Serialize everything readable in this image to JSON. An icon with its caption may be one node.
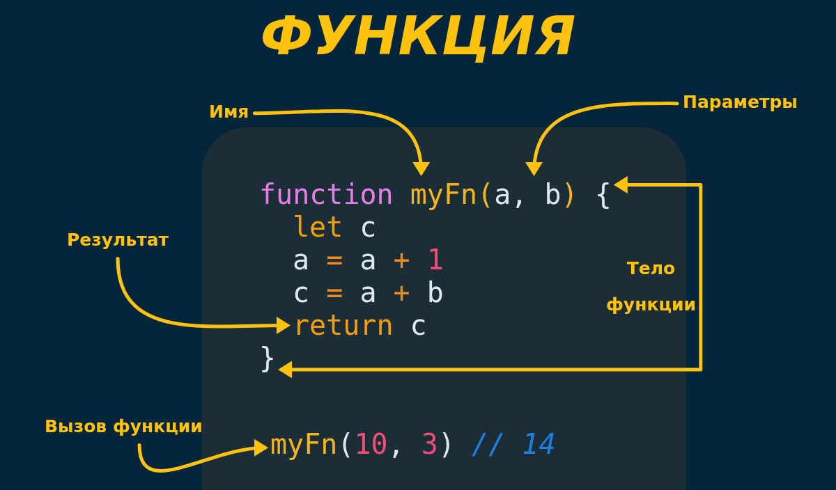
{
  "diagram": {
    "title": "ФУНКЦИЯ",
    "nodes": [
      {
        "text": [
          "Имя"
        ]
      },
      {
        "text": [
          "Параметры"
        ]
      },
      {
        "text": [
          "Результат"
        ]
      },
      {
        "text": [
          "Вызов функции"
        ]
      },
      {
        "text": [],
        "shape": "box"
      },
      {
        "text": [
          "function myFn(a, b) {"
        ],
        "in": 4
      },
      {
        "text": [
          "let c"
        ],
        "in": 4
      },
      {
        "text": [
          "a = a + 1"
        ],
        "in": 4
      },
      {
        "text": [
          "c = a + b"
        ],
        "in": 4
      },
      {
        "text": [
          "return c"
        ],
        "in": 4
      },
      {
        "text": [
          "}"
        ],
        "in": 4
      },
      {
        "text": [
          "myFn(10, 3) // 14"
        ],
        "in": 4
      }
    ],
    "edges": [
      {
        "from": 0,
        "to": 5,
        "arrow": "to"
      },
      {
        "from": 1,
        "to": 5,
        "arrow": "to"
      },
      {
        "from": 2,
        "to": 9,
        "arrow": "to"
      },
      {
        "from": 5,
        "to": 10,
        "arrow": "both",
        "label": "Тело функции"
      },
      {
        "from": 3,
        "to": 11,
        "arrow": "to"
      }
    ]
  }
}
